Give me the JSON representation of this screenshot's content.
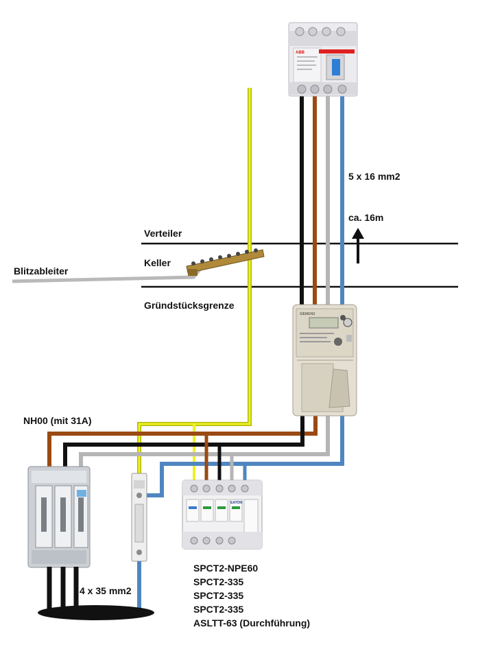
{
  "labels": {
    "cable_top": "5 x 16 mm2",
    "distance": "ca. 16m",
    "verteiler": "Verteiler",
    "keller": "Keller",
    "blitzableiter": "Blitzableiter",
    "grundstuck": "Gründstücksgrenze",
    "nh00": "NH00 (mit 31A)",
    "cable_bottom": "4 x 35 mm2",
    "spd_list": [
      "SPCT2-NPE60",
      "SPCT2-335",
      "SPCT2-335",
      "SPCT2-335",
      "ASLTT-63 (Durchführung)"
    ]
  },
  "devices": {
    "rcd_brand": "ABB",
    "meter_brand": "SIEMENS",
    "spd_brand": "EATON"
  },
  "colors": {
    "brown": "#9a4a12",
    "black": "#111111",
    "grey": "#b5b5b5",
    "blue": "#4f86c0",
    "green_yellow": "#e6ef1f",
    "earth_grey": "#b9b9b9",
    "device_body": "#e9e9ec",
    "meter_body": "#e4dfd2"
  }
}
